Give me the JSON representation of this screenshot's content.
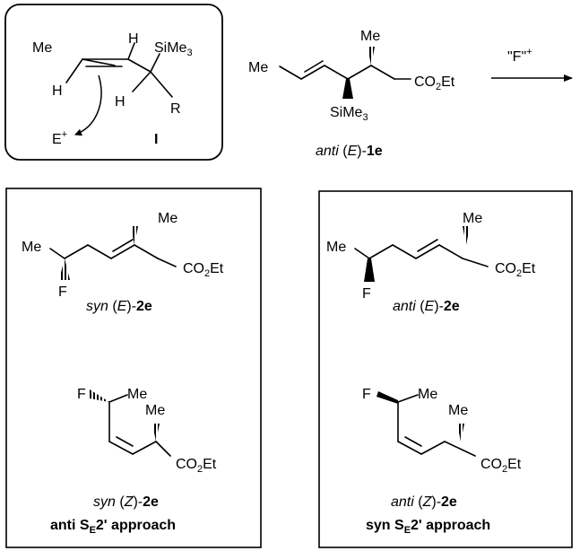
{
  "intermediate": {
    "atoms": {
      "me": "Me",
      "h1": "H",
      "h2": "H",
      "h3": "H",
      "sime3": "SiMe",
      "sime3_sub": "3",
      "r": "R",
      "e": "E",
      "e_sup": "+"
    },
    "label": "I"
  },
  "reactant": {
    "atoms": {
      "me_left": "Me",
      "me_top": "Me",
      "sime3": "SiMe",
      "sime3_sub": "3",
      "co2et_pre": "CO",
      "co2et_sub": "2",
      "co2et_post": "Et"
    },
    "caption": {
      "stereo": "anti",
      "geom_open": " (",
      "geom": "E",
      "geom_close": ")-",
      "compound": "1e"
    }
  },
  "reagent": {
    "label": "\"F\"",
    "label_sup": "+"
  },
  "panel_left": {
    "top": {
      "atoms": {
        "me_left": "Me",
        "me_top": "Me",
        "f": "F",
        "co2et_pre": "CO",
        "co2et_sub": "2",
        "co2et_post": "Et"
      },
      "caption": {
        "stereo": "syn",
        "geom_open": " (",
        "geom": "E",
        "geom_close": ")-",
        "compound": "2e"
      }
    },
    "bottom": {
      "atoms": {
        "f": "F",
        "me_right": "Me",
        "me_top": "Me",
        "co2et_pre": "CO",
        "co2et_sub": "2",
        "co2et_post": "Et"
      },
      "caption": {
        "stereo": "syn",
        "geom_open": " (",
        "geom": "Z",
        "geom_close": ")-",
        "compound": "2e"
      },
      "approach": {
        "pre": "anti S",
        "sub": "E",
        "post": "2' approach"
      }
    }
  },
  "panel_right": {
    "top": {
      "atoms": {
        "me_left": "Me",
        "me_top": "Me",
        "f": "F",
        "co2et_pre": "CO",
        "co2et_sub": "2",
        "co2et_post": "Et"
      },
      "caption": {
        "stereo": "anti",
        "geom_open": " (",
        "geom": "E",
        "geom_close": ")-",
        "compound": "2e"
      }
    },
    "bottom": {
      "atoms": {
        "f": "F",
        "me_right": "Me",
        "me_top": "Me",
        "co2et_pre": "CO",
        "co2et_sub": "2",
        "co2et_post": "Et"
      },
      "caption": {
        "stereo": "anti",
        "geom_open": " (",
        "geom": "Z",
        "geom_close": ")-",
        "compound": "2e"
      },
      "approach": {
        "pre": "syn S",
        "sub": "E",
        "post": "2' approach"
      }
    }
  }
}
